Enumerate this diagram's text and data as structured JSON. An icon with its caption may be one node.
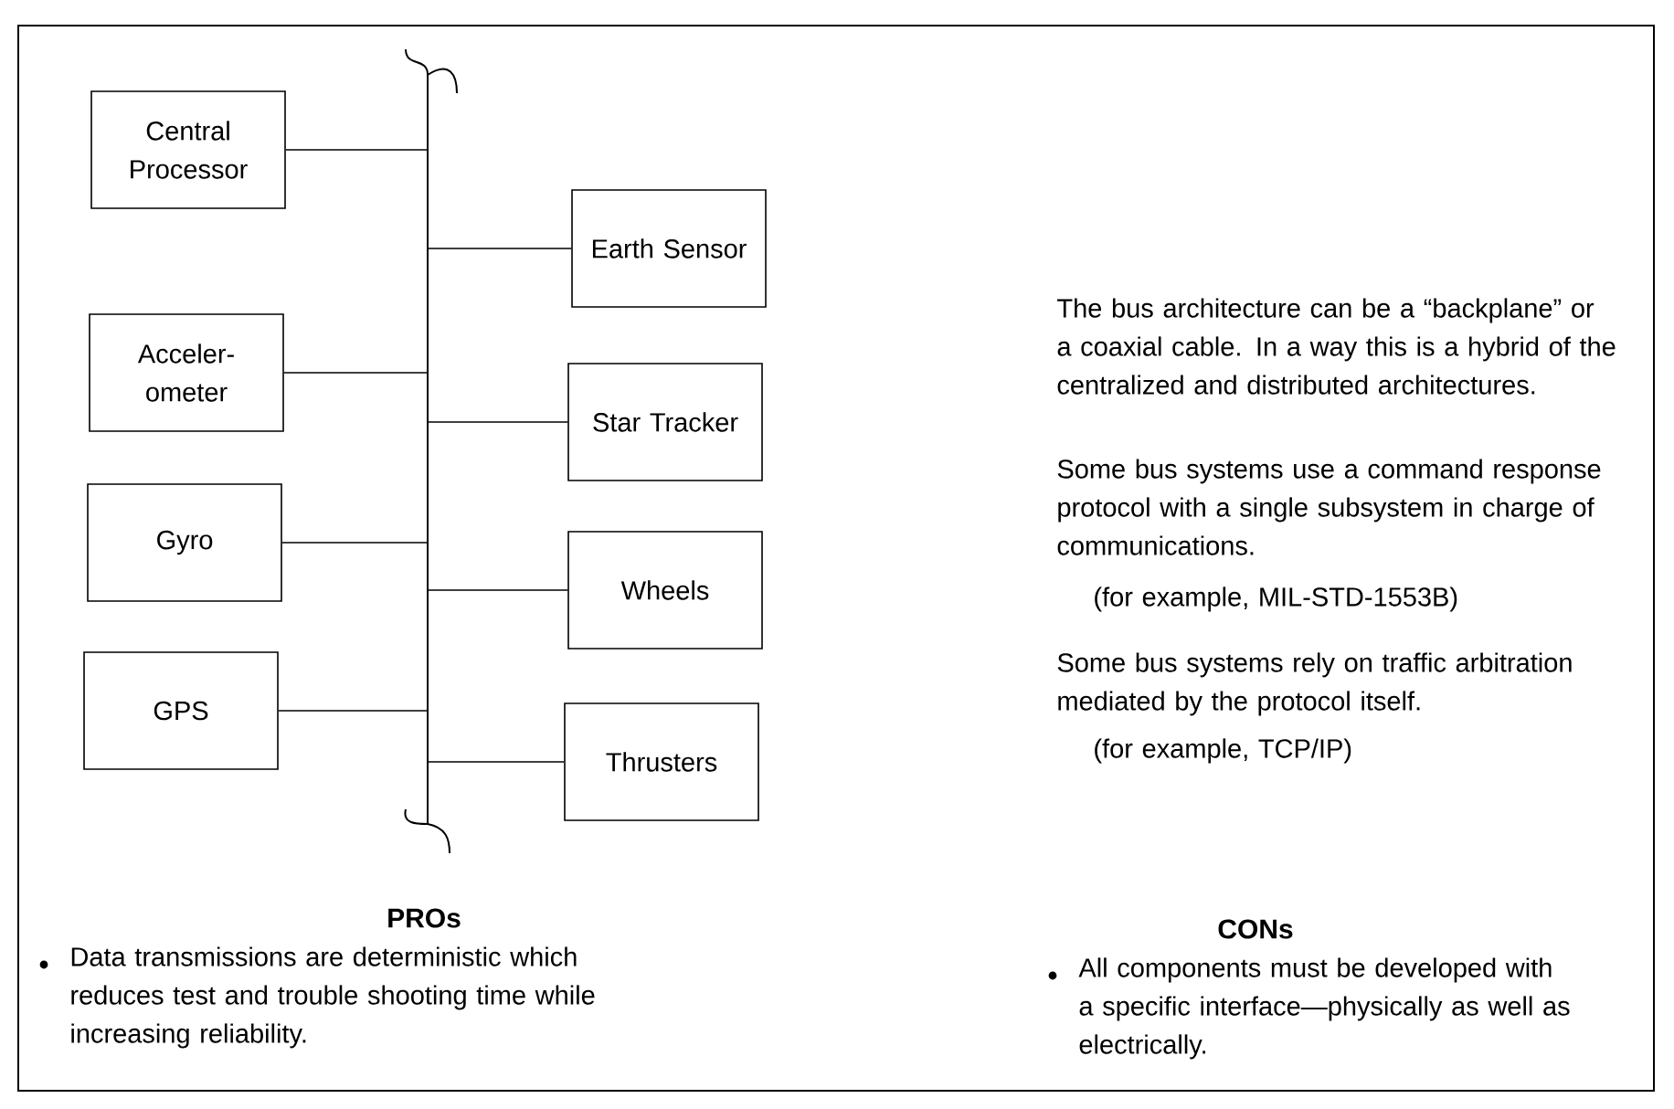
{
  "diagram": {
    "nodes": [
      {
        "text": [
          "Central Processor"
        ]
      },
      {
        "text": [
          "Earth Sensor"
        ]
      },
      {
        "text": [
          "Acceler- ometer"
        ]
      },
      {
        "text": [
          "Star Tracker"
        ]
      },
      {
        "text": [
          "Gyro"
        ]
      },
      {
        "text": [
          "Wheels"
        ]
      },
      {
        "text": [
          "GPS"
        ]
      },
      {
        "text": [
          "Thrusters"
        ]
      },
      {
        "text": [],
        "shape": "bar"
      }
    ],
    "edges": [
      {
        "from": 0,
        "to": 8,
        "arrow": "none"
      },
      {
        "from": 1,
        "to": 8,
        "arrow": "none"
      },
      {
        "from": 2,
        "to": 8,
        "arrow": "none"
      },
      {
        "from": 3,
        "to": 8,
        "arrow": "none"
      },
      {
        "from": 4,
        "to": 8,
        "arrow": "none"
      },
      {
        "from": 5,
        "to": 8,
        "arrow": "none"
      },
      {
        "from": 6,
        "to": 8,
        "arrow": "none"
      },
      {
        "from": 7,
        "to": 8,
        "arrow": "none"
      }
    ],
    "labels": [
      "The bus architecture can be a “backplane” or a coaxial cable. In a way this is a hybrid of the centralized and distributed architectures.",
      "Some bus systems use a command response protocol with a single subsystem in charge of communications.",
      "(for example, MIL-STD-1553B)",
      "Some bus systems rely on traffic arbitration mediated by the protocol itself.",
      "(for example, TCP/IP)",
      "PROs",
      "Data transmissions are deterministic which reduces test and trouble shooting time while increasing reliability.",
      "CONs",
      "All components must be developed with a specific interface—physically as well as electrically."
    ]
  }
}
